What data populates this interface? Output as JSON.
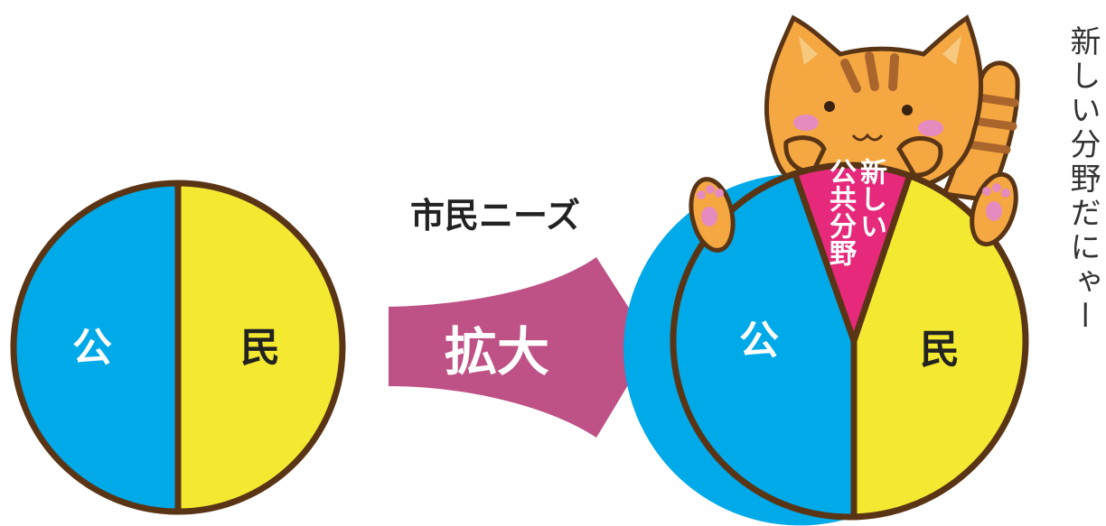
{
  "left_pie": {
    "public_label": "公",
    "private_label": "民",
    "colors": {
      "public": "#00A9E8",
      "private": "#F2E930",
      "outline": "#5A3515"
    }
  },
  "arrow": {
    "top_label": "市民ニーズ",
    "label": "拡大",
    "color": "#BE5185"
  },
  "right_pie": {
    "public_label": "公",
    "private_label": "民",
    "new_sector_lines": [
      "新しい",
      "公共分野"
    ],
    "colors": {
      "public": "#00A9E8",
      "private": "#F2E930",
      "new_sector": "#E6297A",
      "outline": "#5A3515"
    }
  },
  "mascot": {
    "comment": "新しい分野だにゃー",
    "colors": {
      "body": "#F5A742",
      "stripes": "#A9652C",
      "cheeks": "#E58BC0",
      "paws": "#E58BC0"
    }
  }
}
